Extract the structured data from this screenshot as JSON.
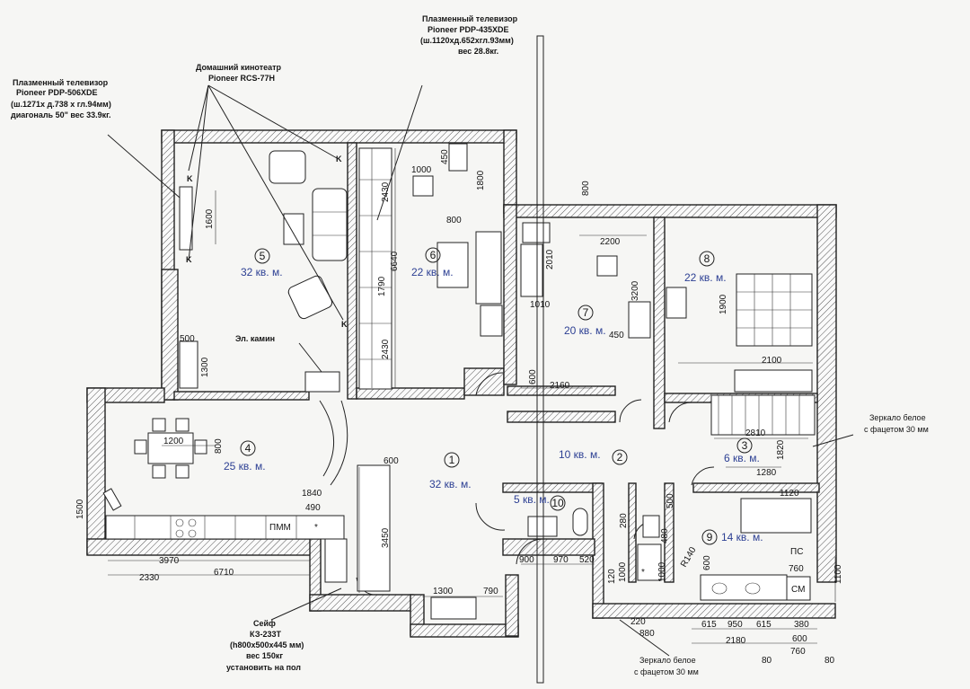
{
  "tv_left": {
    "lines": [
      "Плазменный телевизор",
      "Pioneer PDP-506XDE",
      "(ш.1271х д.738 х гл.94мм)",
      "диагональ 50\" вес 33.9кг."
    ]
  },
  "tv_top": {
    "lines": [
      "Плазменный телевизор",
      "Pioneer PDP-435XDE",
      "(ш.1120хд.652хгл.93мм)",
      "вес 28.8кг."
    ]
  },
  "home_theater": {
    "lines": [
      "Домашний кинотеатр",
      "Pioneer RCS-77H"
    ],
    "speaker_mark": "K"
  },
  "fireplace_label": "Эл. камин",
  "safe": {
    "lines": [
      "Сейф",
      "КЗ-233Т",
      "(h800х500х445 мм)",
      "вес 150кг",
      "установить на пол"
    ]
  },
  "mirror_right": {
    "lines": [
      "Зеркало белое",
      "с фацетом 30 мм"
    ]
  },
  "mirror_bottom": {
    "lines": [
      "Зеркало белое",
      "с фацетом 30 мм"
    ]
  },
  "appliance_labels": {
    "dishwasher": "ПММ",
    "washer": "СМ",
    "dryer": "ПС",
    "asterisk": "*"
  },
  "rooms": [
    {
      "number": "1",
      "area": "32 кв. м."
    },
    {
      "number": "2",
      "area": "10 кв. м."
    },
    {
      "number": "3",
      "area": "6 кв. м."
    },
    {
      "number": "4",
      "area": "25 кв. м."
    },
    {
      "number": "5",
      "area": "32 кв. м."
    },
    {
      "number": "6",
      "area": "22 кв. м."
    },
    {
      "number": "7",
      "area": "20 кв. м."
    },
    {
      "number": "8",
      "area": "22 кв. м."
    },
    {
      "number": "9",
      "area": "14 кв. м."
    },
    {
      "number": "10",
      "area": "5 кв. м."
    }
  ],
  "dimensions": {
    "d1600": "1600",
    "d500": "500",
    "d1300": "1300",
    "d1000": "1000",
    "d450": "450",
    "d1800": "1800",
    "d2430a": "2430",
    "d800a": "800",
    "d6640": "6640",
    "d1790": "1790",
    "d2430b": "2430",
    "d800b": "800",
    "d2200": "2200",
    "d2010": "2010",
    "d1010": "1010",
    "d3200": "3200",
    "d450b": "450",
    "d600a": "600",
    "d2160": "2160",
    "d1900": "1900",
    "d2100": "2100",
    "d2810": "2810",
    "d1820": "1820",
    "d1280": "1280",
    "d1200": "1200",
    "d800c": "800",
    "d1840": "1840",
    "d490": "490",
    "d600b": "600",
    "d3450": "3450",
    "d1500": "1500",
    "d3970": "3970",
    "d6710": "6710",
    "d2330": "2330",
    "d900": "900",
    "d970": "970",
    "d520": "520",
    "d1300b": "1300",
    "d790": "790",
    "d500b": "500",
    "d280": "280",
    "d480": "480",
    "d1000a": "1000",
    "d1000b": "1000",
    "d120": "120",
    "dR140": "R140",
    "d600c": "600",
    "d1120": "1120",
    "d760": "760",
    "d1100": "1100",
    "d220": "220",
    "d880": "880",
    "d615a": "615",
    "d950": "950",
    "d615b": "615",
    "d380": "380",
    "d2180": "2180",
    "d600d": "600",
    "d760b": "760",
    "d80a": "80",
    "d80b": "80"
  }
}
